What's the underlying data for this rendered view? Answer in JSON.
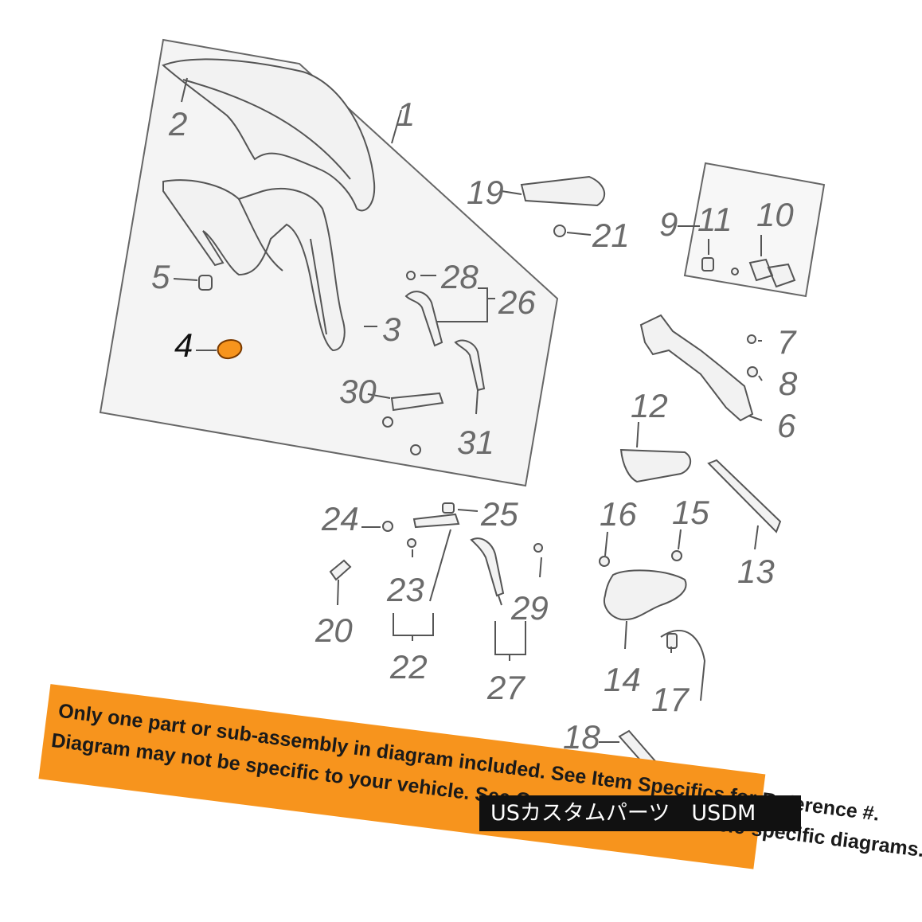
{
  "callouts": {
    "c1": "1",
    "c2": "2",
    "c3": "3",
    "c4": "4",
    "c5": "5",
    "c6": "6",
    "c7": "7",
    "c8": "8",
    "c9": "9",
    "c10": "10",
    "c11": "11",
    "c12": "12",
    "c13": "13",
    "c14": "14",
    "c15": "15",
    "c16": "16",
    "c17": "17",
    "c18": "18",
    "c19": "19",
    "c20": "20",
    "c21": "21",
    "c22": "22",
    "c23": "23",
    "c24": "24",
    "c25": "25",
    "c26": "26",
    "c27": "27",
    "c28": "28",
    "c29": "29",
    "c30": "30",
    "c31": "31"
  },
  "highlight": {
    "part": "4",
    "color": "#f7941d"
  },
  "notice": {
    "line1": "Only one part or sub-assembly in diagram included. See Item Specifics for Reference #.",
    "line2": "Diagram may not be specific to your vehicle. See Compatibility for vehicle-specific diagrams.",
    "banner_color": "#f7941d"
  },
  "watermark": {
    "text": "USカスタムパーツ　USDM"
  }
}
